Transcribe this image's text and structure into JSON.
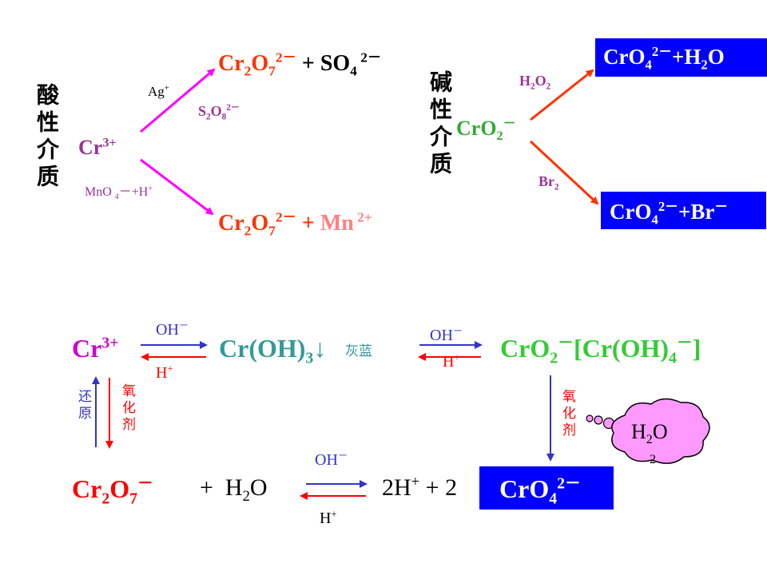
{
  "colors": {
    "magenta": "#ff00ff",
    "orange_red": "#ff3300",
    "purple": "#993399",
    "green": "#33cc33",
    "teal": "#339999",
    "blue": "#3333cc",
    "red": "#ff0000",
    "pink": "#ff99ff",
    "box_blue": "#0000ff",
    "white": "#ffffff",
    "black": "#000000"
  },
  "top_left": {
    "medium_label": "酸性介质",
    "cr3": {
      "base": "Cr",
      "sup": "3+"
    },
    "ag_label": {
      "base": "Ag",
      "sup": "+"
    },
    "s2o8_label": {
      "a": "S",
      "a_sub": "2",
      "b": "O",
      "b_sub": "8",
      "sup": "2－"
    },
    "mno4_label": {
      "a": "MnO ",
      "a_sub": "4",
      "b": "－+H",
      "b_sup": "+"
    },
    "product1": {
      "a": "Cr",
      "a_sub": "2",
      "b": "O",
      "b_sub": "7",
      "sup": "2－",
      "plus": " + SO",
      "so_sub": "4",
      "so_sup": " 2－"
    },
    "product2": {
      "a": "Cr",
      "a_sub": "2",
      "b": "O",
      "b_sub": "7",
      "sup": "2－",
      "plus": " + ",
      "mn": "Mn",
      "mn_sup": " 2+"
    }
  },
  "top_right": {
    "medium_label": "碱性介质",
    "cro2": {
      "base": "CrO",
      "sub": "2",
      "sup": "－"
    },
    "h2o2_label": {
      "a": "H",
      "a_sub": "2",
      "b": "O",
      "b_sub": "2"
    },
    "br2_label": {
      "a": "Br",
      "a_sub": "2"
    },
    "product1": {
      "a": "CrO",
      "a_sub": "4",
      "sup": "2－",
      "b": "+H",
      "b_sub": "2",
      "c": "O"
    },
    "product2": {
      "a": "CrO",
      "a_sub": "4",
      "sup": "2－",
      "b": "+Br",
      "b_sup": "－"
    }
  },
  "bottom": {
    "cr3": {
      "base": "Cr",
      "sup": "3+"
    },
    "oh1": {
      "base": "OH",
      "sup": "－"
    },
    "h1": {
      "base": "H",
      "sup": "+"
    },
    "croh3": {
      "base": "Cr(OH)",
      "sub": "3",
      "arrow": "↓"
    },
    "gray_blue": "灰蓝",
    "oh2": {
      "base": "OH",
      "sup": "－"
    },
    "h2": {
      "base": "H",
      "sup": "+"
    },
    "cro2": {
      "a": "CrO",
      "a_sub": "2",
      "a_sup": "－",
      "b": "[Cr(OH)",
      "b_sub": "4",
      "b_sup": "－",
      "c": "]"
    },
    "reduce_label": "还原",
    "oxidize_label_left": "氧化剂",
    "oxidize_label_right": "氧化剂",
    "cloud": {
      "a": "H",
      "a_sub": "2",
      "b": "O",
      "c": "2"
    },
    "cr2o7": {
      "a": "Cr",
      "a_sub": "2",
      "b": "O",
      "b_sub": "7",
      "sup": "－"
    },
    "plus_h2o": {
      "a": "+  H",
      "a_sub": "2",
      "b": "O"
    },
    "oh3": {
      "base": "OH",
      "sup": "－"
    },
    "h3": {
      "base": "H",
      "sup": "+"
    },
    "two_h": {
      "a": "2H",
      "a_sup": "+",
      "b": " + 2"
    },
    "cro4": {
      "a": "CrO",
      "a_sub": "4",
      "sup": "2－"
    }
  }
}
